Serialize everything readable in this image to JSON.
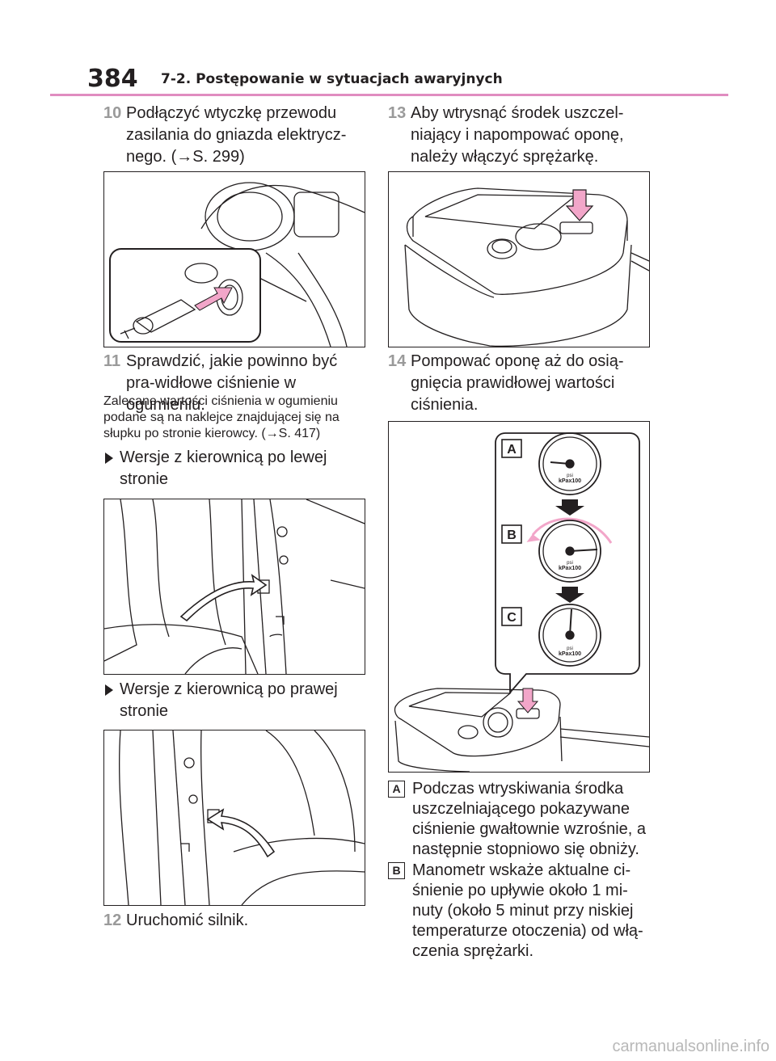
{
  "header": {
    "page_number": "384",
    "chapter_title": "7-2. Postępowanie w sytuacjach awaryjnych"
  },
  "left_column": {
    "step10": {
      "number": "10",
      "text": "Podłączyć wtyczkę przewodu zasilania do gniazda elektrycz-nego. (→S. 299)"
    },
    "step11": {
      "number": "11",
      "text": "Sprawdzić, jakie powinno być pra-widłowe ciśnienie w ogumieniu."
    },
    "note": "Zalecane wartości ciśnienia w ogumieniu podane są na naklejce znajdującej się na słupku po stronie kierowcy. (→S. 417)",
    "variant_left": "Wersje z kierownicą po lewej stronie",
    "variant_right": "Wersje z kierownicą po prawej stronie",
    "step12": {
      "number": "12",
      "text": "Uruchomić silnik."
    }
  },
  "right_column": {
    "step13": {
      "number": "13",
      "text": "Aby wtrysnąć środek uszczel-niający i napompować oponę, należy włączyć sprężarkę."
    },
    "step14": {
      "number": "14",
      "text": "Pompować oponę aż do osią-gnięcia prawidłowej wartości ciśnienia."
    },
    "gauge_labels": [
      "A",
      "B",
      "C"
    ],
    "gauge_unit": "kPax100",
    "gauge_psi": "psi",
    "explanations": [
      {
        "label": "A",
        "text": "Podczas wtryskiwania środka uszczelniającego pokazywane ciśnienie gwałtownie wzrośnie, a następnie stopniowo się obniży."
      },
      {
        "label": "B",
        "text": "Manometr wskaże aktualne ci-śnienie po upływie około 1 mi-nuty (około 5 minut przy niskiej temperaturze otoczenia) od włą-czenia sprężarki."
      }
    ]
  },
  "footer": {
    "watermark": "carmanualsonline.info"
  },
  "colors": {
    "accent": "#e08cc0",
    "arrow_pink": "#f2a6c9",
    "step_number": "#9a9a9a"
  }
}
